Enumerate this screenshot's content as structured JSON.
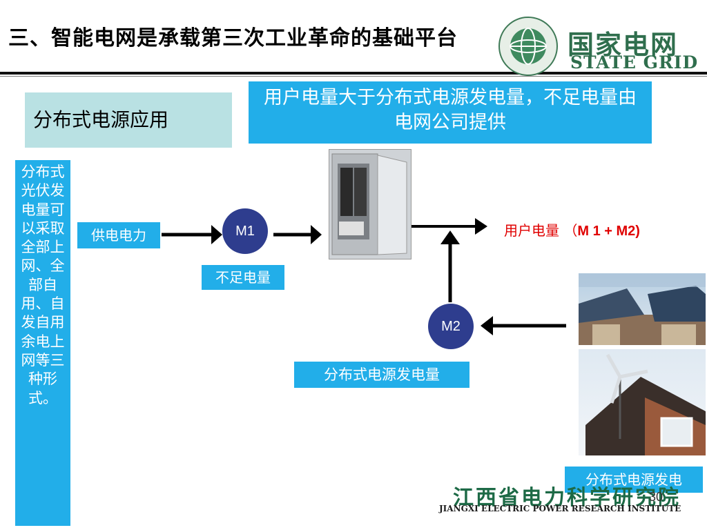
{
  "slide": {
    "title": "三、智能电网是承载第三次工业革命的基础平台",
    "logo": {
      "cn": "国家电网",
      "en": "STATE GRID"
    },
    "subject": "分布式电源应用",
    "note": "用户电量大于分布式电源发电量，不足电量由电网公司提供",
    "left_bar": "分布式光伏发电量可以采取全部上网、全部自用、自发自用余电上网等三种形式。",
    "supply_label": "供电电力",
    "m1_label": "M1",
    "m2_label": "M2",
    "shortfall_label": "不足电量",
    "output_label_cn": "用户电量 （",
    "output_label_formula": "M 1 + M2)",
    "dg_generation_label": "分布式电源发电量",
    "dg_generation_label_short": "分布式电源发电",
    "institute": {
      "cn": "江西省电力科学研究院",
      "en": "JIANGXI ELECTRIC POWER RESEARCH INSTITUTE"
    },
    "page_number": "30"
  }
}
